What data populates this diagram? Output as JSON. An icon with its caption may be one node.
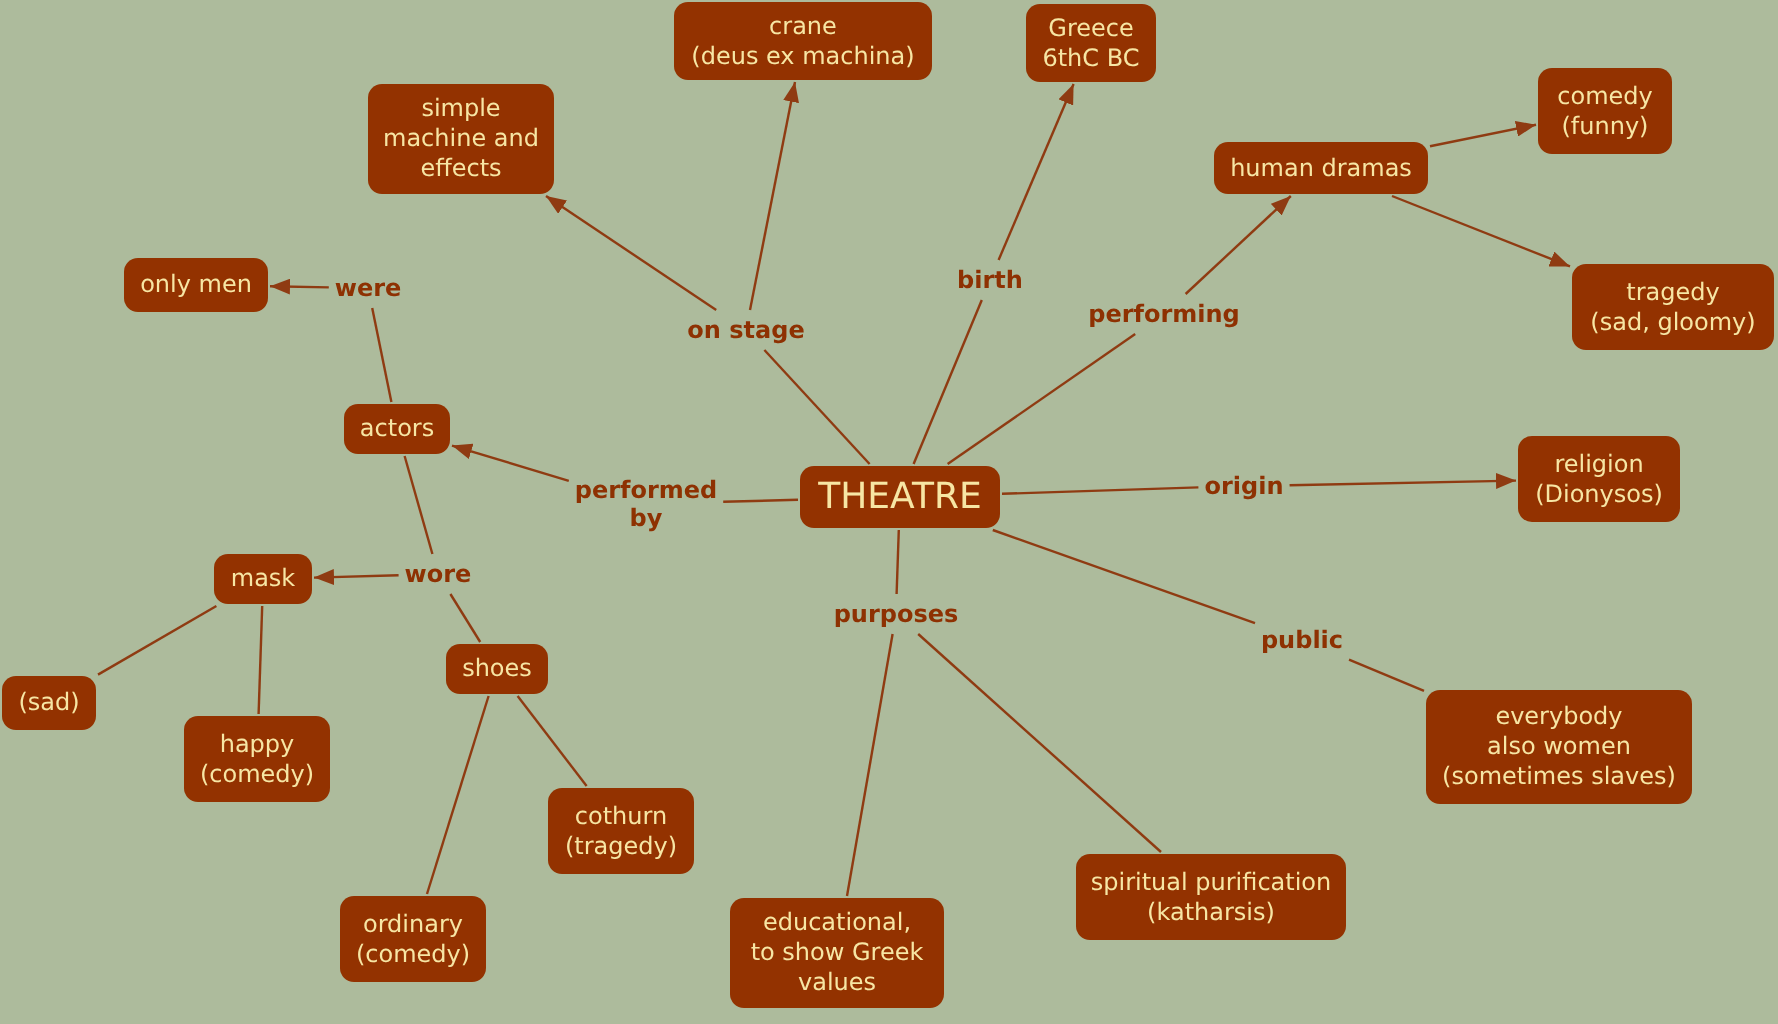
{
  "diagram": {
    "nodes": [
      {
        "text": [
          "crane (deus ex machina)"
        ]
      },
      {
        "text": [
          "Greece 6thC BC"
        ]
      },
      {
        "text": [
          "comedy (funny)"
        ]
      },
      {
        "text": [
          "simple machine and effects"
        ]
      },
      {
        "text": [
          "human dramas"
        ]
      },
      {
        "text": [
          "only men"
        ]
      },
      {
        "text": [
          "tragedy (sad, gloomy)"
        ]
      },
      {
        "text": [
          "birth"
        ]
      },
      {
        "text": [
          "were"
        ]
      },
      {
        "text": [
          "performing"
        ]
      },
      {
        "text": [
          "on stage"
        ]
      },
      {
        "text": [
          "actors"
        ]
      },
      {
        "text": [
          "religion (Dionysos)"
        ]
      },
      {
        "text": [
          "THEATRE"
        ]
      },
      {
        "text": [
          "performed by"
        ]
      },
      {
        "text": [
          "origin"
        ]
      },
      {
        "text": [
          "mask"
        ]
      },
      {
        "text": [
          "wore"
        ]
      },
      {
        "text": [
          "purposes"
        ]
      },
      {
        "text": [
          "public"
        ]
      },
      {
        "text": [
          "shoes"
        ]
      },
      {
        "text": [
          "(sad)"
        ]
      },
      {
        "text": [
          "everybody also women (sometimes slaves)"
        ]
      },
      {
        "text": [
          "happy (comedy)"
        ]
      },
      {
        "text": [
          "cothurn (tragedy)"
        ]
      },
      {
        "text": [
          "spiritual purification (katharsis)"
        ]
      },
      {
        "text": [
          "ordinary (comedy)"
        ]
      },
      {
        "text": [
          "educational, to show Greek values"
        ]
      }
    ],
    "edges": [
      {
        "from": 13,
        "to": 10,
        "arrow": "none"
      },
      {
        "from": 10,
        "to": 3,
        "arrow": "to"
      },
      {
        "from": 10,
        "to": 0,
        "arrow": "to"
      },
      {
        "from": 13,
        "to": 7,
        "arrow": "none"
      },
      {
        "from": 7,
        "to": 1,
        "arrow": "to"
      },
      {
        "from": 13,
        "to": 9,
        "arrow": "none"
      },
      {
        "from": 9,
        "to": 4,
        "arrow": "to"
      },
      {
        "from": 4,
        "to": 2,
        "arrow": "to"
      },
      {
        "from": 4,
        "to": 6,
        "arrow": "to"
      },
      {
        "from": 13,
        "to": 14,
        "arrow": "none"
      },
      {
        "from": 14,
        "to": 11,
        "arrow": "to"
      },
      {
        "from": 11,
        "to": 8,
        "arrow": "none"
      },
      {
        "from": 8,
        "to": 5,
        "arrow": "to"
      },
      {
        "from": 13,
        "to": 15,
        "arrow": "none"
      },
      {
        "from": 15,
        "to": 12,
        "arrow": "to"
      },
      {
        "from": 13,
        "to": 18,
        "arrow": "none"
      },
      {
        "from": 18,
        "to": 27,
        "arrow": "none"
      },
      {
        "from": 18,
        "to": 25,
        "arrow": "none"
      },
      {
        "from": 13,
        "to": 19,
        "arrow": "none"
      },
      {
        "from": 19,
        "to": 22,
        "arrow": "none"
      },
      {
        "from": 11,
        "to": 17,
        "arrow": "none"
      },
      {
        "from": 17,
        "to": 16,
        "arrow": "to"
      },
      {
        "from": 17,
        "to": 20,
        "arrow": "none"
      },
      {
        "from": 16,
        "to": 21,
        "arrow": "none"
      },
      {
        "from": 16,
        "to": 23,
        "arrow": "none"
      },
      {
        "from": 20,
        "to": 26,
        "arrow": "none"
      },
      {
        "from": 20,
        "to": 24,
        "arrow": "none"
      }
    ]
  }
}
